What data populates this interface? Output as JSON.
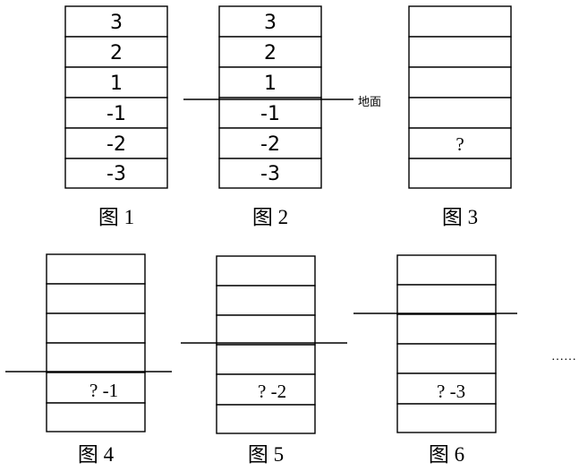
{
  "figures": [
    {
      "caption": "图 1",
      "cells": [
        "3",
        "2",
        "1",
        "-1",
        "-2",
        "-3"
      ],
      "ground_label": ""
    },
    {
      "caption": "图 2",
      "cells": [
        "3",
        "2",
        "1",
        "-1",
        "-2",
        "-3"
      ],
      "ground_label": "地面"
    },
    {
      "caption": "图 3",
      "cells": [
        "",
        "",
        "",
        "",
        "?",
        ""
      ]
    },
    {
      "caption": "图 4",
      "cells": [
        "",
        "",
        "",
        "",
        "? -1",
        ""
      ]
    },
    {
      "caption": "图 5",
      "cells": [
        "",
        "",
        "",
        "",
        "? -2",
        ""
      ]
    },
    {
      "caption": "图 6",
      "cells": [
        "",
        "",
        "",
        "",
        "? -3",
        ""
      ]
    }
  ],
  "ellipsis": "……"
}
